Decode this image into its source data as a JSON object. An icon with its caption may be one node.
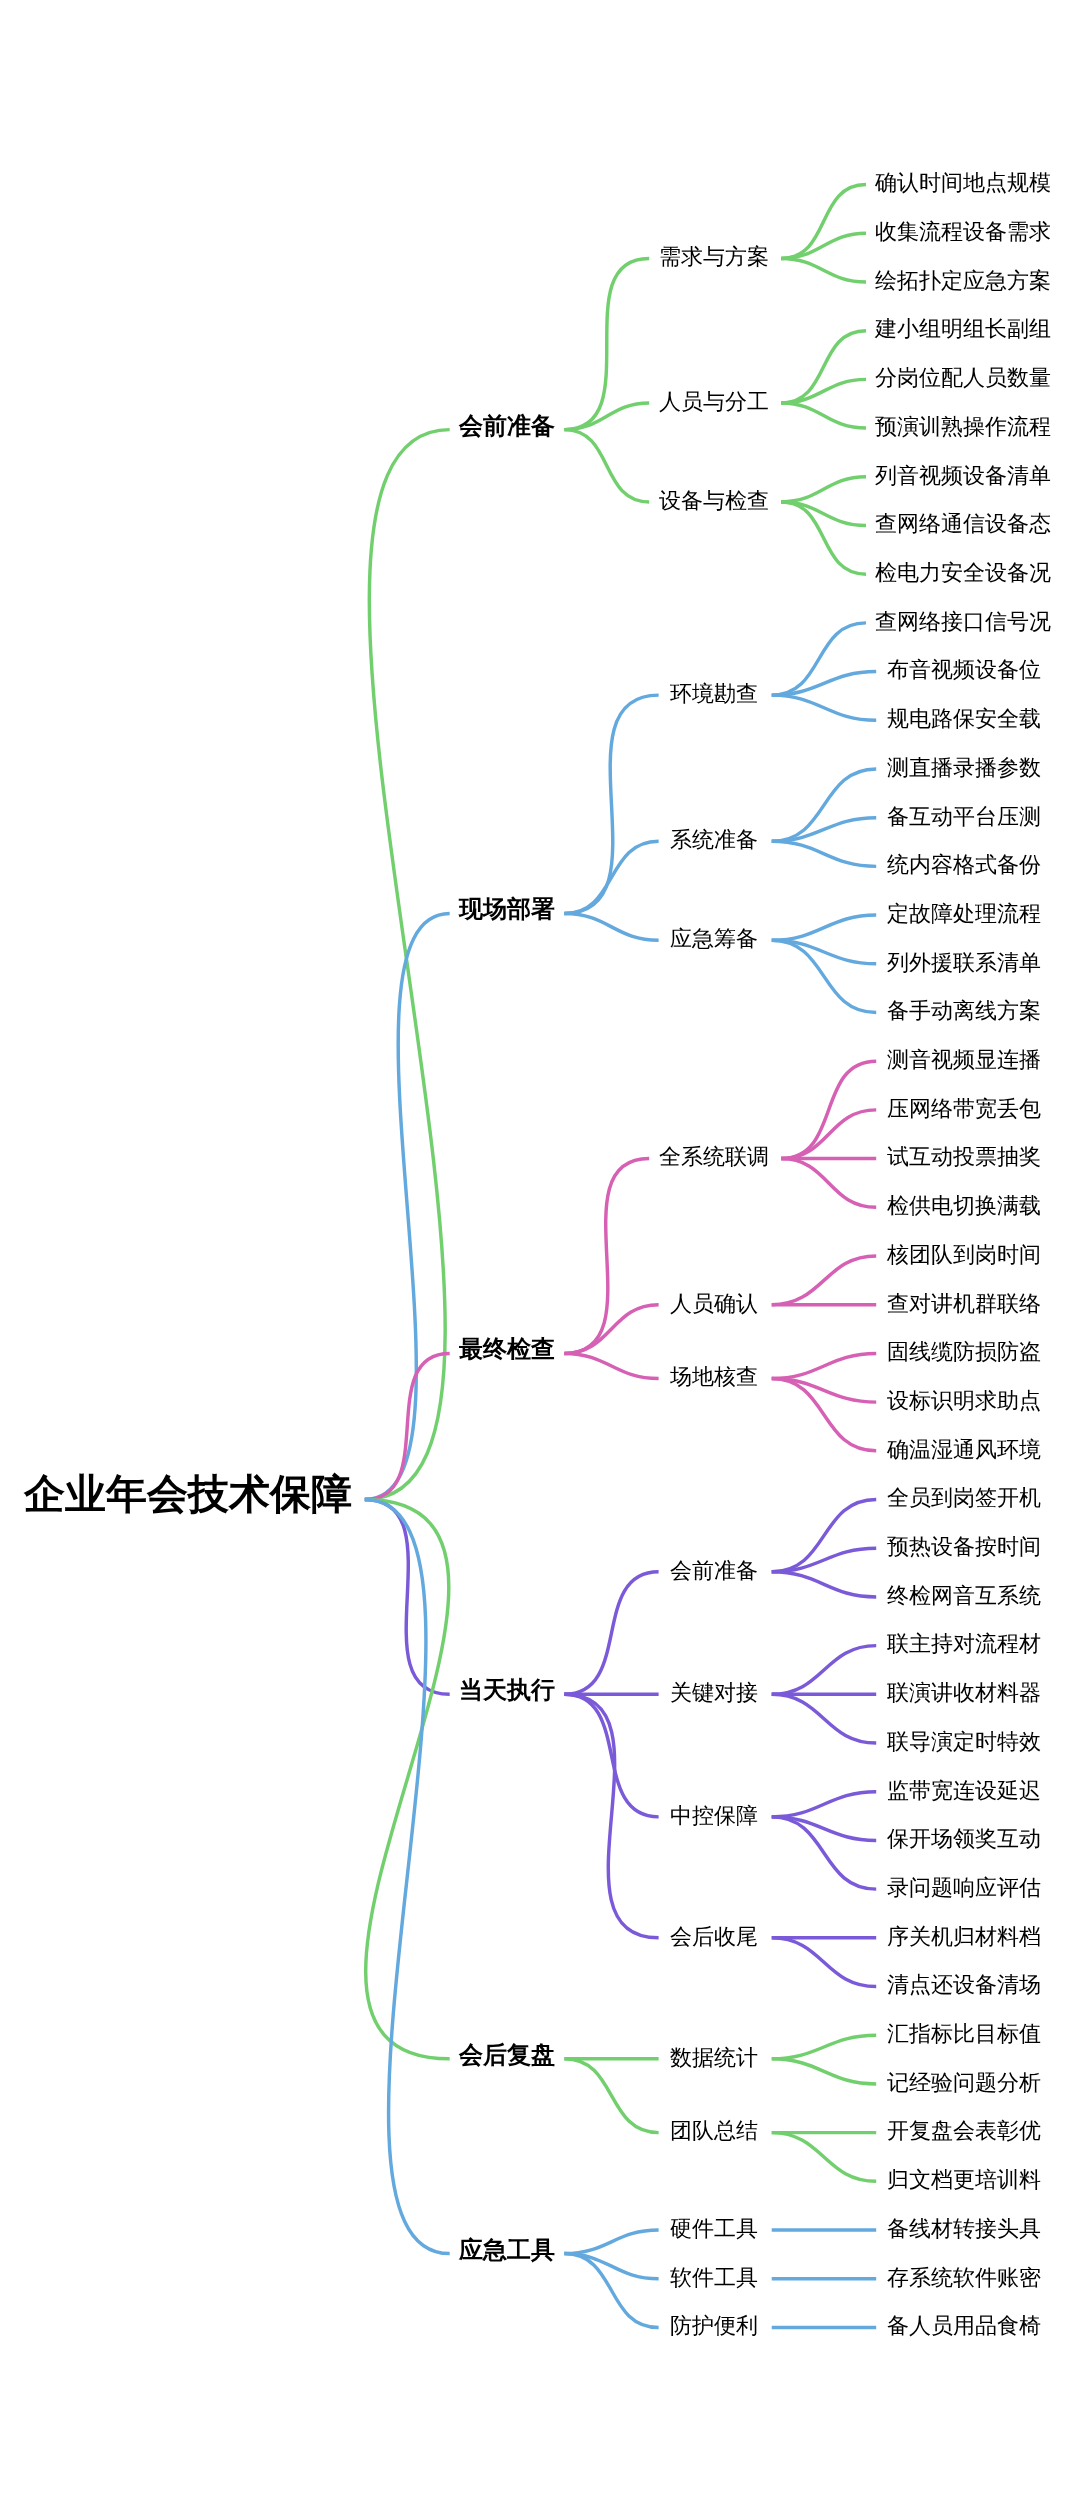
{
  "diagram": {
    "nodes": [
      {
        "text": [
          "企业年会技术保障"
        ]
      },
      {
        "text": [
          "会前准备"
        ]
      },
      {
        "text": [
          "需求与方案"
        ]
      },
      {
        "text": [
          "确认时间地点规模"
        ]
      },
      {
        "text": [
          "收集流程设备需求"
        ]
      },
      {
        "text": [
          "绘拓扑定应急方案"
        ]
      },
      {
        "text": [
          "人员与分工"
        ]
      },
      {
        "text": [
          "建小组明组长副组"
        ]
      },
      {
        "text": [
          "分岗位配人员数量"
        ]
      },
      {
        "text": [
          "预演训熟操作流程"
        ]
      },
      {
        "text": [
          "设备与检查"
        ]
      },
      {
        "text": [
          "列音视频设备清单"
        ]
      },
      {
        "text": [
          "查网络通信设备态"
        ]
      },
      {
        "text": [
          "检电力安全设备况"
        ]
      },
      {
        "text": [
          "现场部署"
        ]
      },
      {
        "text": [
          "环境勘查"
        ]
      },
      {
        "text": [
          "查网络接口信号况"
        ]
      },
      {
        "text": [
          "布音视频设备位"
        ]
      },
      {
        "text": [
          "规电路保安全载"
        ]
      },
      {
        "text": [
          "系统准备"
        ]
      },
      {
        "text": [
          "测直播录播参数"
        ]
      },
      {
        "text": [
          "备互动平台压测"
        ]
      },
      {
        "text": [
          "统内容格式备份"
        ]
      },
      {
        "text": [
          "应急筹备"
        ]
      },
      {
        "text": [
          "定故障处理流程"
        ]
      },
      {
        "text": [
          "列外援联系清单"
        ]
      },
      {
        "text": [
          "备手动离线方案"
        ]
      },
      {
        "text": [
          "最终检查"
        ]
      },
      {
        "text": [
          "全系统联调"
        ]
      },
      {
        "text": [
          "测音视频显连播"
        ]
      },
      {
        "text": [
          "压网络带宽丢包"
        ]
      },
      {
        "text": [
          "试互动投票抽奖"
        ]
      },
      {
        "text": [
          "检供电切换满载"
        ]
      },
      {
        "text": [
          "人员确认"
        ]
      },
      {
        "text": [
          "核团队到岗时间"
        ]
      },
      {
        "text": [
          "查对讲机群联络"
        ]
      },
      {
        "text": [
          "场地核查"
        ]
      },
      {
        "text": [
          "固线缆防损防盗"
        ]
      },
      {
        "text": [
          "设标识明求助点"
        ]
      },
      {
        "text": [
          "确温湿通风环境"
        ]
      },
      {
        "text": [
          "当天执行"
        ]
      },
      {
        "text": [
          "会前准备"
        ]
      },
      {
        "text": [
          "全员到岗签开机"
        ]
      },
      {
        "text": [
          "预热设备按时间"
        ]
      },
      {
        "text": [
          "终检网音互系统"
        ]
      },
      {
        "text": [
          "关键对接"
        ]
      },
      {
        "text": [
          "联主持对流程材"
        ]
      },
      {
        "text": [
          "联演讲收材料器"
        ]
      },
      {
        "text": [
          "联导演定时特效"
        ]
      },
      {
        "text": [
          "中控保障"
        ]
      },
      {
        "text": [
          "监带宽连设延迟"
        ]
      },
      {
        "text": [
          "保开场领奖互动"
        ]
      },
      {
        "text": [
          "录问题响应评估"
        ]
      },
      {
        "text": [
          "会后收尾"
        ]
      },
      {
        "text": [
          "序关机归材料档"
        ]
      },
      {
        "text": [
          "清点还设备清场"
        ]
      },
      {
        "text": [
          "会后复盘"
        ]
      },
      {
        "text": [
          "数据统计"
        ]
      },
      {
        "text": [
          "汇指标比目标值"
        ]
      },
      {
        "text": [
          "记经验问题分析"
        ]
      },
      {
        "text": [
          "团队总结"
        ]
      },
      {
        "text": [
          "开复盘会表彰优"
        ]
      },
      {
        "text": [
          "归文档更培训料"
        ]
      },
      {
        "text": [
          "应急工具"
        ]
      },
      {
        "text": [
          "硬件工具"
        ]
      },
      {
        "text": [
          "备线材转接头具"
        ]
      },
      {
        "text": [
          "软件工具"
        ]
      },
      {
        "text": [
          "存系统软件账密"
        ]
      },
      {
        "text": [
          "防护便利"
        ]
      },
      {
        "text": [
          "备人员用品食椅"
        ]
      }
    ],
    "edges": [
      {
        "from": 0,
        "to": 1,
        "arrow": "none",
        "color": "#72cf6e"
      },
      {
        "from": 1,
        "to": 2,
        "arrow": "none",
        "color": "#72cf6e"
      },
      {
        "from": 2,
        "to": 3,
        "arrow": "none",
        "color": "#72cf6e"
      },
      {
        "from": 2,
        "to": 4,
        "arrow": "none",
        "color": "#72cf6e"
      },
      {
        "from": 2,
        "to": 5,
        "arrow": "none",
        "color": "#72cf6e"
      },
      {
        "from": 1,
        "to": 6,
        "arrow": "none",
        "color": "#72cf6e"
      },
      {
        "from": 6,
        "to": 7,
        "arrow": "none",
        "color": "#72cf6e"
      },
      {
        "from": 6,
        "to": 8,
        "arrow": "none",
        "color": "#72cf6e"
      },
      {
        "from": 6,
        "to": 9,
        "arrow": "none",
        "color": "#72cf6e"
      },
      {
        "from": 1,
        "to": 10,
        "arrow": "none",
        "color": "#72cf6e"
      },
      {
        "from": 10,
        "to": 11,
        "arrow": "none",
        "color": "#72cf6e"
      },
      {
        "from": 10,
        "to": 12,
        "arrow": "none",
        "color": "#72cf6e"
      },
      {
        "from": 10,
        "to": 13,
        "arrow": "none",
        "color": "#72cf6e"
      },
      {
        "from": 0,
        "to": 14,
        "arrow": "none",
        "color": "#63a9de"
      },
      {
        "from": 14,
        "to": 15,
        "arrow": "none",
        "color": "#63a9de"
      },
      {
        "from": 15,
        "to": 16,
        "arrow": "none",
        "color": "#63a9de"
      },
      {
        "from": 15,
        "to": 17,
        "arrow": "none",
        "color": "#63a9de"
      },
      {
        "from": 15,
        "to": 18,
        "arrow": "none",
        "color": "#63a9de"
      },
      {
        "from": 14,
        "to": 19,
        "arrow": "none",
        "color": "#63a9de"
      },
      {
        "from": 19,
        "to": 20,
        "arrow": "none",
        "color": "#63a9de"
      },
      {
        "from": 19,
        "to": 21,
        "arrow": "none",
        "color": "#63a9de"
      },
      {
        "from": 19,
        "to": 22,
        "arrow": "none",
        "color": "#63a9de"
      },
      {
        "from": 14,
        "to": 23,
        "arrow": "none",
        "color": "#63a9de"
      },
      {
        "from": 23,
        "to": 24,
        "arrow": "none",
        "color": "#63a9de"
      },
      {
        "from": 23,
        "to": 25,
        "arrow": "none",
        "color": "#63a9de"
      },
      {
        "from": 23,
        "to": 26,
        "arrow": "none",
        "color": "#63a9de"
      },
      {
        "from": 0,
        "to": 27,
        "arrow": "none",
        "color": "#d660b4"
      },
      {
        "from": 27,
        "to": 28,
        "arrow": "none",
        "color": "#d660b4"
      },
      {
        "from": 28,
        "to": 29,
        "arrow": "none",
        "color": "#d660b4"
      },
      {
        "from": 28,
        "to": 30,
        "arrow": "none",
        "color": "#d660b4"
      },
      {
        "from": 28,
        "to": 31,
        "arrow": "none",
        "color": "#d660b4"
      },
      {
        "from": 28,
        "to": 32,
        "arrow": "none",
        "color": "#d660b4"
      },
      {
        "from": 27,
        "to": 33,
        "arrow": "none",
        "color": "#d660b4"
      },
      {
        "from": 33,
        "to": 34,
        "arrow": "none",
        "color": "#d660b4"
      },
      {
        "from": 33,
        "to": 35,
        "arrow": "none",
        "color": "#d660b4"
      },
      {
        "from": 27,
        "to": 36,
        "arrow": "none",
        "color": "#d660b4"
      },
      {
        "from": 36,
        "to": 37,
        "arrow": "none",
        "color": "#d660b4"
      },
      {
        "from": 36,
        "to": 38,
        "arrow": "none",
        "color": "#d660b4"
      },
      {
        "from": 36,
        "to": 39,
        "arrow": "none",
        "color": "#d660b4"
      },
      {
        "from": 0,
        "to": 40,
        "arrow": "none",
        "color": "#7a5ad8"
      },
      {
        "from": 40,
        "to": 41,
        "arrow": "none",
        "color": "#7a5ad8"
      },
      {
        "from": 41,
        "to": 42,
        "arrow": "none",
        "color": "#7a5ad8"
      },
      {
        "from": 41,
        "to": 43,
        "arrow": "none",
        "color": "#7a5ad8"
      },
      {
        "from": 41,
        "to": 44,
        "arrow": "none",
        "color": "#7a5ad8"
      },
      {
        "from": 40,
        "to": 45,
        "arrow": "none",
        "color": "#7a5ad8"
      },
      {
        "from": 45,
        "to": 46,
        "arrow": "none",
        "color": "#7a5ad8"
      },
      {
        "from": 45,
        "to": 47,
        "arrow": "none",
        "color": "#7a5ad8"
      },
      {
        "from": 45,
        "to": 48,
        "arrow": "none",
        "color": "#7a5ad8"
      },
      {
        "from": 40,
        "to": 49,
        "arrow": "none",
        "color": "#7a5ad8"
      },
      {
        "from": 49,
        "to": 50,
        "arrow": "none",
        "color": "#7a5ad8"
      },
      {
        "from": 49,
        "to": 51,
        "arrow": "none",
        "color": "#7a5ad8"
      },
      {
        "from": 49,
        "to": 52,
        "arrow": "none",
        "color": "#7a5ad8"
      },
      {
        "from": 40,
        "to": 53,
        "arrow": "none",
        "color": "#7a5ad8"
      },
      {
        "from": 53,
        "to": 54,
        "arrow": "none",
        "color": "#7a5ad8"
      },
      {
        "from": 53,
        "to": 55,
        "arrow": "none",
        "color": "#7a5ad8"
      },
      {
        "from": 0,
        "to": 56,
        "arrow": "none",
        "color": "#72cf6e"
      },
      {
        "from": 56,
        "to": 57,
        "arrow": "none",
        "color": "#72cf6e"
      },
      {
        "from": 57,
        "to": 58,
        "arrow": "none",
        "color": "#72cf6e"
      },
      {
        "from": 57,
        "to": 59,
        "arrow": "none",
        "color": "#72cf6e"
      },
      {
        "from": 56,
        "to": 60,
        "arrow": "none",
        "color": "#72cf6e"
      },
      {
        "from": 60,
        "to": 61,
        "arrow": "none",
        "color": "#72cf6e"
      },
      {
        "from": 60,
        "to": 62,
        "arrow": "none",
        "color": "#72cf6e"
      },
      {
        "from": 0,
        "to": 63,
        "arrow": "none",
        "color": "#63a9de"
      },
      {
        "from": 63,
        "to": 64,
        "arrow": "none",
        "color": "#63a9de"
      },
      {
        "from": 64,
        "to": 65,
        "arrow": "none",
        "color": "#63a9de"
      },
      {
        "from": 63,
        "to": 66,
        "arrow": "none",
        "color": "#63a9de"
      },
      {
        "from": 66,
        "to": 67,
        "arrow": "none",
        "color": "#63a9de"
      },
      {
        "from": 63,
        "to": 68,
        "arrow": "none",
        "color": "#63a9de"
      },
      {
        "from": 68,
        "to": 69,
        "arrow": "none",
        "color": "#63a9de"
      }
    ]
  }
}
